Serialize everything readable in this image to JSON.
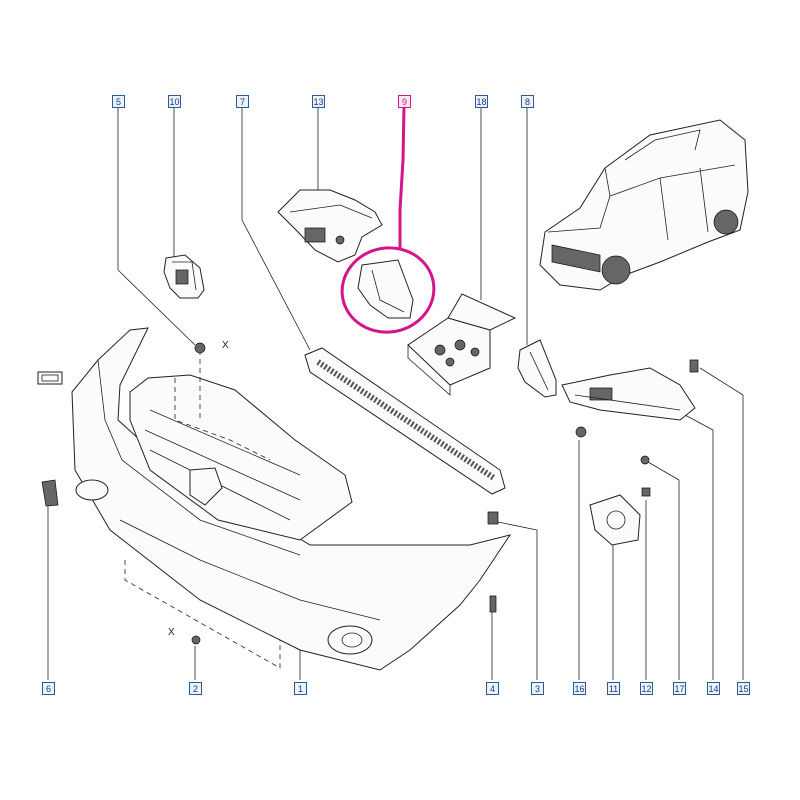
{
  "callouts": {
    "top": [
      "5",
      "10",
      "7",
      "13",
      "9",
      "18",
      "8"
    ],
    "bottom": [
      "6",
      "2",
      "1",
      "4",
      "3",
      "16",
      "11",
      "12",
      "17",
      "14",
      "15"
    ]
  },
  "axis_mark": "X",
  "colors": {
    "callout_border": "#2a5a9a",
    "highlight": "#d4148a",
    "line": "#222222"
  }
}
